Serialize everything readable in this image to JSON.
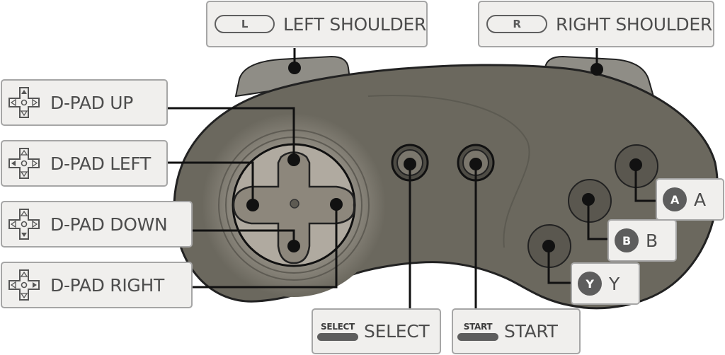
{
  "labels": {
    "left_shoulder": {
      "icon_text": "L",
      "text": "LEFT SHOULDER"
    },
    "right_shoulder": {
      "icon_text": "R",
      "text": "RIGHT SHOULDER"
    },
    "dpad_up": {
      "text": "D-PAD UP",
      "icon": "dpad-up-icon"
    },
    "dpad_left": {
      "text": "D-PAD LEFT",
      "icon": "dpad-left-icon"
    },
    "dpad_down": {
      "text": "D-PAD DOWN",
      "icon": "dpad-down-icon"
    },
    "dpad_right": {
      "text": "D-PAD RIGHT",
      "icon": "dpad-right-icon"
    },
    "select": {
      "icon_text": "SELECT",
      "text": "SELECT"
    },
    "start": {
      "icon_text": "START",
      "text": "START"
    },
    "a": {
      "icon_text": "A",
      "text": "A"
    },
    "b": {
      "icon_text": "B",
      "text": "B"
    },
    "y": {
      "icon_text": "Y",
      "text": "Y"
    }
  },
  "colors": {
    "body": "#6b685e",
    "body_outline": "#222222",
    "shoulder": "#8f8d86",
    "dpad_cross": "#8d877c",
    "label_bg": "#f0efed",
    "label_border": "#a6a6a6",
    "label_text": "#4d4d4d",
    "connector": "#111111"
  }
}
